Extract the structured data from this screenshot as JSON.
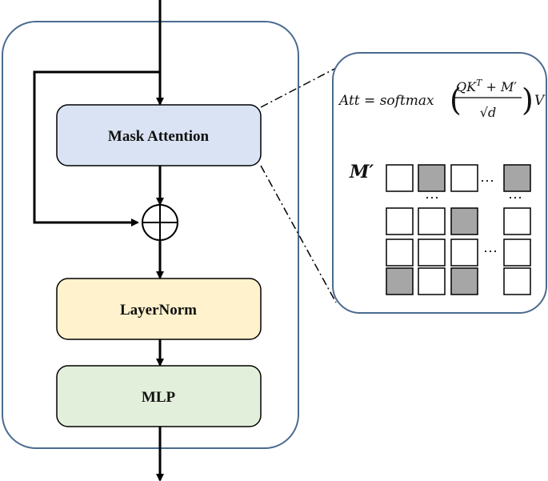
{
  "blocks": {
    "attention": "Mask Attention",
    "norm": "LayerNorm",
    "mlp": "MLP"
  },
  "formula": {
    "lhs": "Att = softmax",
    "numerator": "QK",
    "sup": "T",
    "numerator_rest": " + M′",
    "denominator": "√d",
    "rhs": "V"
  },
  "matrix": {
    "label": "M′",
    "ellipsis": "⋯",
    "rows": [
      [
        "white",
        "gray",
        "white",
        "gray"
      ],
      [
        "white",
        "white",
        "gray",
        "white"
      ],
      [
        "white",
        "white",
        "white",
        "white"
      ],
      [
        "gray",
        "white",
        "gray",
        "white"
      ]
    ]
  },
  "colors": {
    "container_border": "#4a6b8f",
    "attention_fill": "#dae3f3",
    "norm_fill": "#fff2cc",
    "mlp_fill": "#e2efda",
    "masked_cell": "#a6a6a6"
  }
}
